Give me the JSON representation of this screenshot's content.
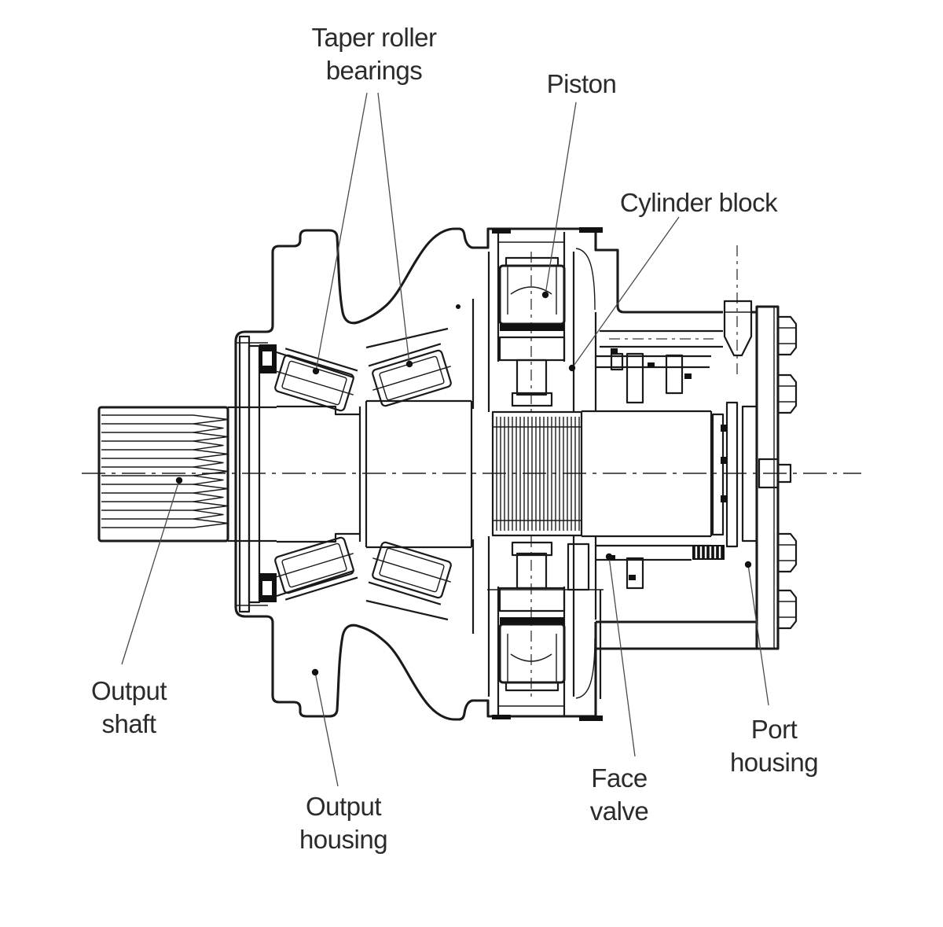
{
  "diagram": {
    "labels": {
      "taper_roller_bearings": "Taper roller\nbearings",
      "piston": "Piston",
      "cylinder_block": "Cylinder block",
      "output_shaft": "Output\nshaft",
      "output_housing": "Output\nhousing",
      "face_valve": "Face\nvalve",
      "port_housing": "Port\nhousing"
    },
    "colors": {
      "background": "#ffffff",
      "line": "#1a1a1a",
      "label_text": "#2b2b2b",
      "leader_line": "#4a4a4a"
    }
  }
}
